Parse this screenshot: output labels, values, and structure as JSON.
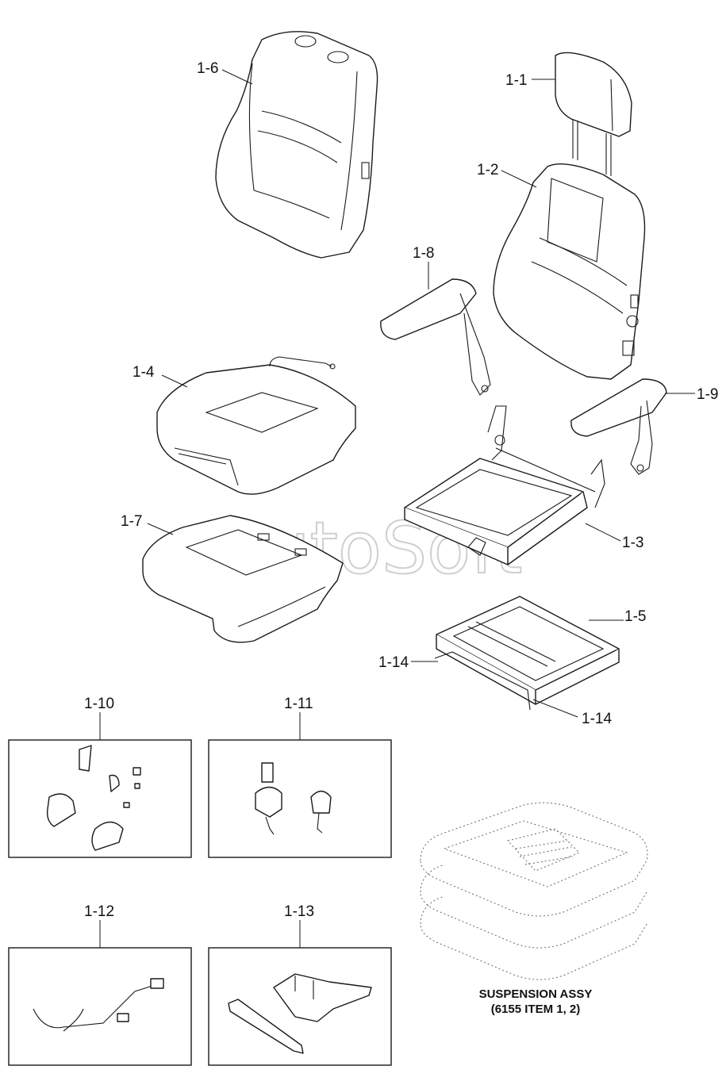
{
  "watermark": "AutoSoft",
  "callouts": {
    "p1_1": "1-1",
    "p1_2": "1-2",
    "p1_3": "1-3",
    "p1_4": "1-4",
    "p1_5": "1-5",
    "p1_6": "1-6",
    "p1_7": "1-7",
    "p1_8": "1-8",
    "p1_9": "1-9",
    "p1_10": "1-10",
    "p1_11": "1-11",
    "p1_12": "1-12",
    "p1_13": "1-13",
    "p1_14a": "1-14",
    "p1_14b": "1-14"
  },
  "caption": {
    "line1": "SUSPENSION ASSY",
    "line2": "(6155 ITEM 1, 2)"
  }
}
